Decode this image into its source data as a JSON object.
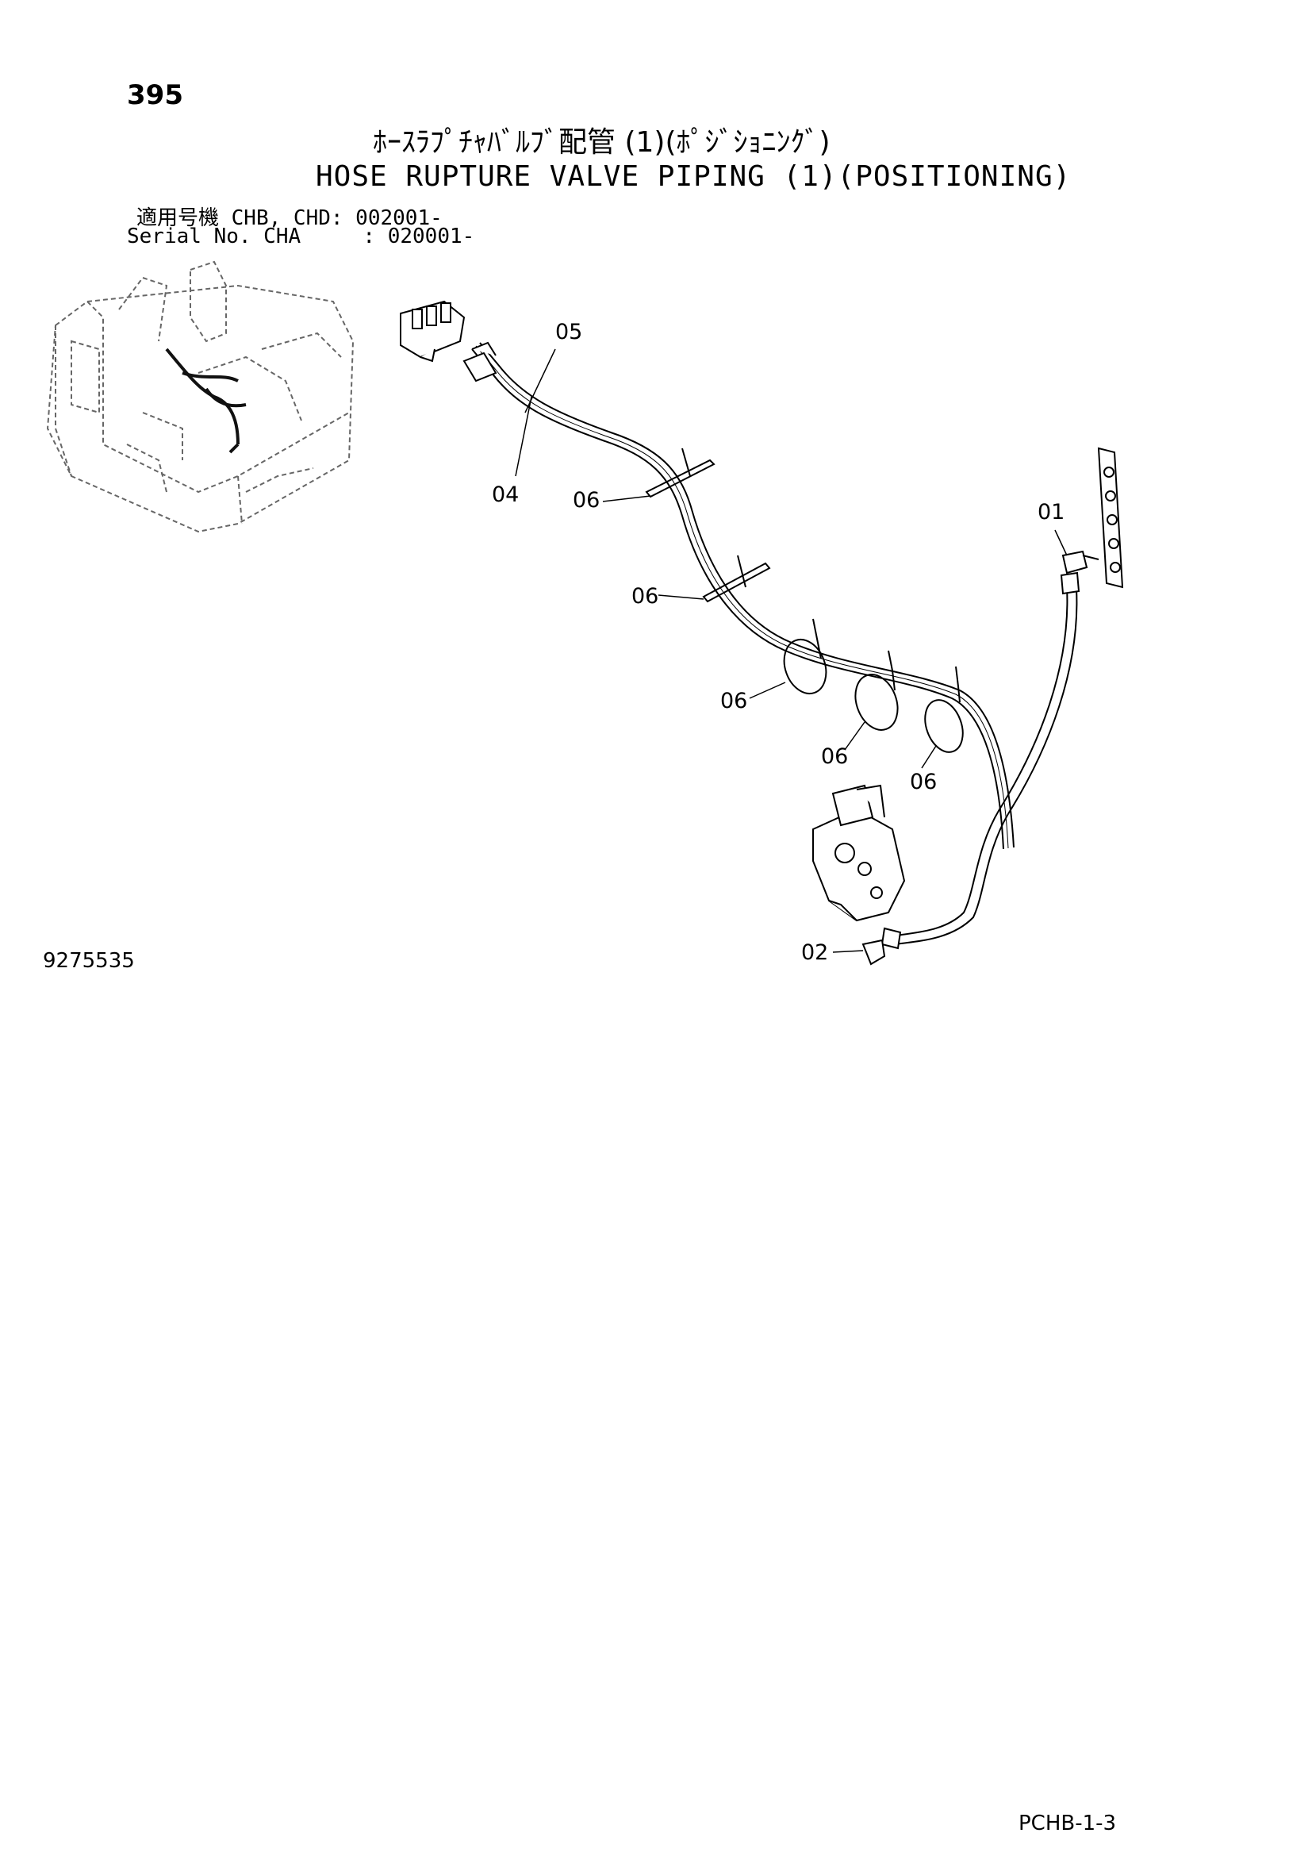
{
  "header": {
    "page_number": "395",
    "title_jp": "ﾎｰｽﾗﾌﾟﾁｬﾊﾞﾙﾌﾞ配管 (1)(ﾎﾟｼﾞｼｮﾆﾝｸﾞ)",
    "title_en": "HOSE RUPTURE VALVE PIPING (1)(POSITIONING)",
    "serial_line_1": "適用号機 CHB, CHD: 002001-",
    "serial_line_2": "Serial No. CHA     : 020001-"
  },
  "callouts": {
    "c01": "01",
    "c02": "02",
    "c04": "04",
    "c05": "05",
    "c06a": "06",
    "c06b": "06",
    "c06c": "06",
    "c06d": "06",
    "c06e": "06"
  },
  "footer": {
    "drawing_id": "9275535",
    "page_code": "PCHB-1-3"
  }
}
